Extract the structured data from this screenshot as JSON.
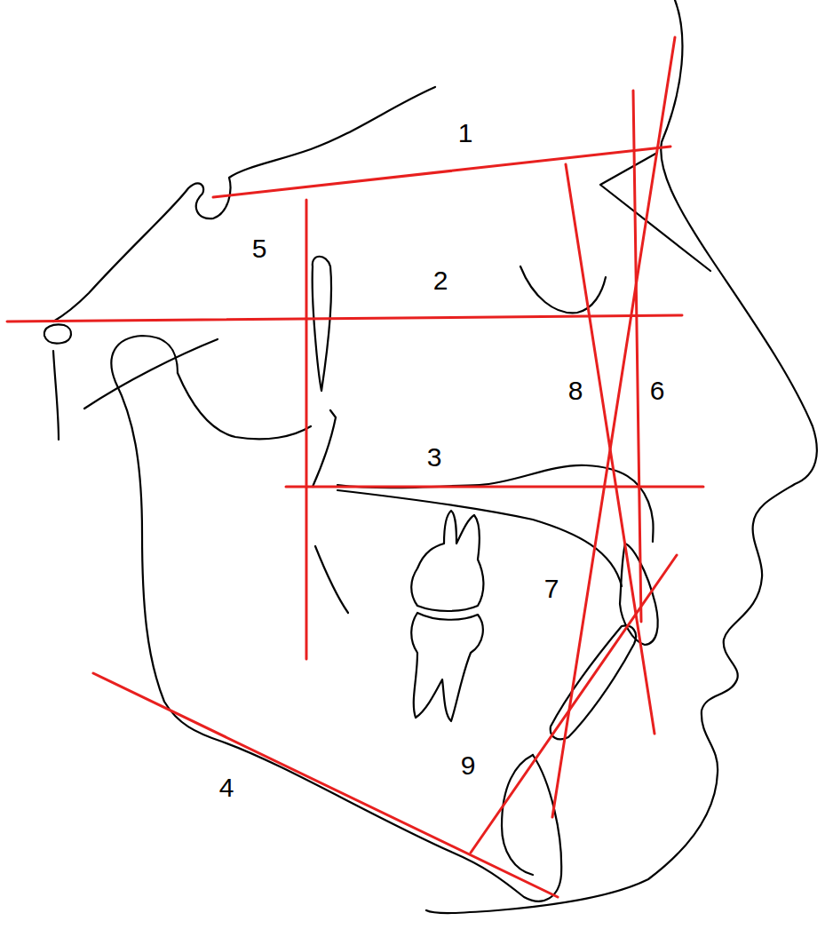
{
  "diagram": {
    "labels": [
      "1",
      "5",
      "2",
      "8",
      "6",
      "3",
      "7",
      "9",
      "4"
    ]
  }
}
